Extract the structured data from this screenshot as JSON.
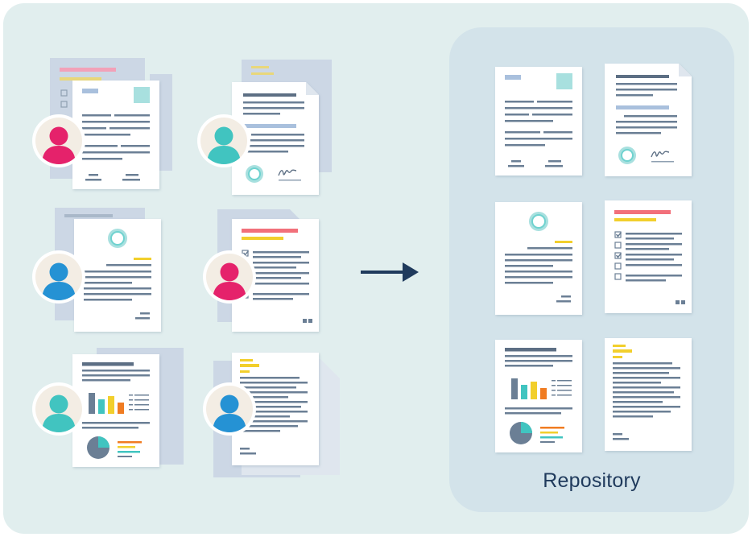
{
  "repository": {
    "label": "Repository"
  },
  "colors": {
    "background": "#e1eeee",
    "repository_panel": "#d3e3ea",
    "arrow": "#1f3a5c",
    "pink": "#e5226b",
    "teal": "#41c4c0",
    "blue": "#2592d4",
    "yellow": "#f2cf2c",
    "red_bar": "#f2707a",
    "avatar_bg": "#f3ede4"
  },
  "users": [
    {
      "avatar": "user-avatar-pink",
      "document": "letter-document"
    },
    {
      "avatar": "user-avatar-teal",
      "document": "signed-memo-document"
    },
    {
      "avatar": "user-avatar-blue",
      "document": "seal-letter-document"
    },
    {
      "avatar": "user-avatar-pink",
      "document": "checklist-document"
    },
    {
      "avatar": "user-avatar-teal",
      "document": "chart-report-document"
    },
    {
      "avatar": "user-avatar-blue",
      "document": "text-report-document"
    }
  ],
  "repository_documents": [
    "letter-document",
    "signed-memo-document",
    "seal-letter-document",
    "checklist-document",
    "chart-report-document",
    "text-report-document"
  ],
  "icons": [
    "user-avatar-icon",
    "arrow-right-icon",
    "seal-icon",
    "signature-icon",
    "checkbox-icon"
  ]
}
